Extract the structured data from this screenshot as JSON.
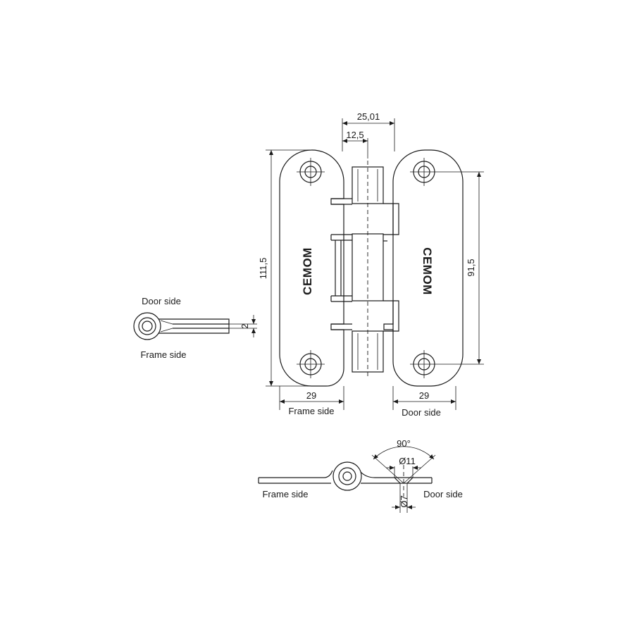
{
  "dimensions": {
    "width_total": "25,01",
    "pin_offset": "12,5",
    "height_total": "111,5",
    "hole_pitch": "91,5",
    "leaf_frame_width": "29",
    "leaf_door_width": "29",
    "thickness": "2",
    "angle": "90°",
    "dia_outer": "Ø11",
    "dia_inner": "Ø7"
  },
  "labels": {
    "door_side": "Door side",
    "frame_side": "Frame side"
  },
  "brand": "CEMOM"
}
